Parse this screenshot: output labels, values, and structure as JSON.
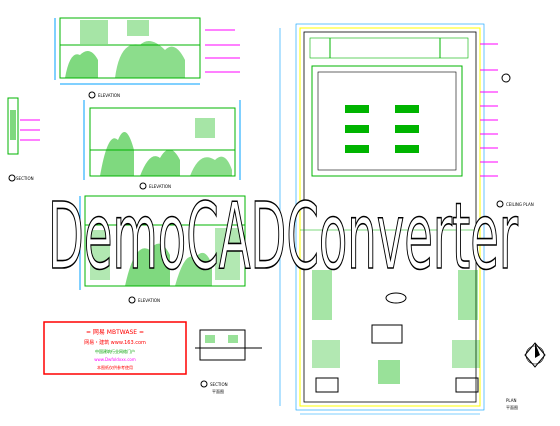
{
  "drawing": {
    "colors": {
      "background": "#ffffff",
      "linework": "#00b400",
      "walls": "#000000",
      "dimensions": "#00a0ff",
      "title_block": "#ff0000",
      "annotations": "#ff00ff",
      "highlight": "#ffff00"
    },
    "labels": {
      "elevation_1": "ELEVATION",
      "elevation_2": "ELEVATION",
      "elevation_3": "ELEVATION",
      "section_left": "SECTION",
      "section_bottom": "SECTION",
      "section_bottom_sub": "平面图",
      "ceiling_plan": "CEILING PLAN",
      "plan": "PLAN",
      "plan_sub": "平面图"
    },
    "title_block": {
      "line1": "= 网易 MBTWASE =",
      "line2": "网易・建筑 www.163.com",
      "line3": "中国建筑行业网络门户",
      "line4": "www.Dwfoldxxx.com",
      "line5": "本图纸仅供参考使用"
    },
    "watermark": "DemoCADConverter"
  }
}
